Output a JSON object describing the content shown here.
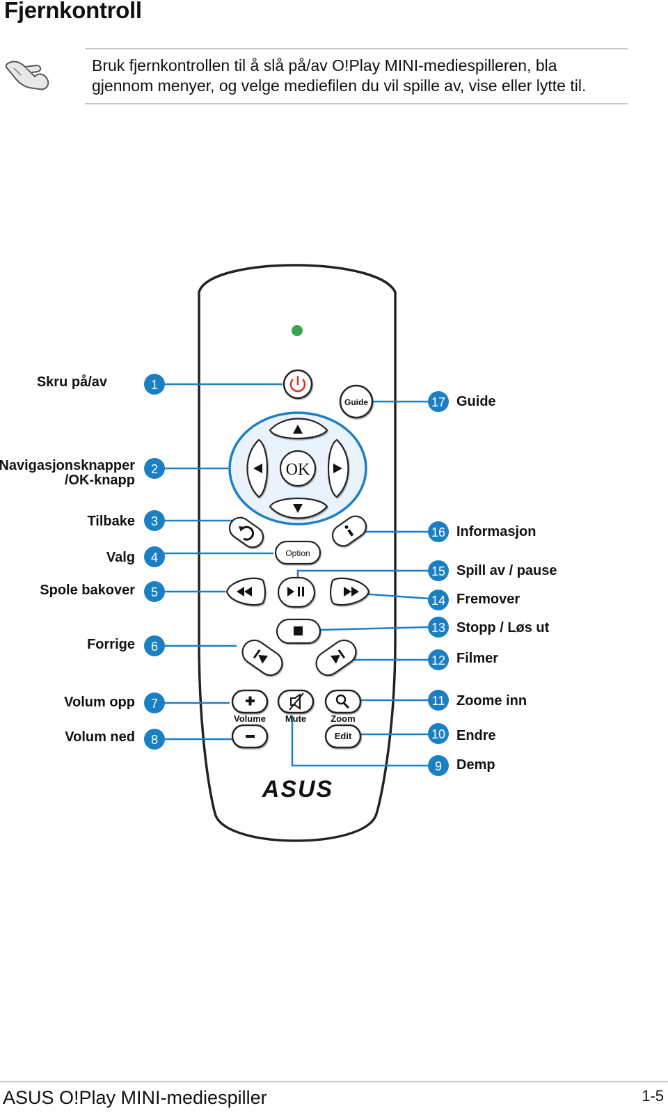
{
  "page": {
    "title": "Fjernkontroll",
    "note": "Bruk fjernkontrollen til å slå på/av O!Play MINI-mediespilleren, bla gjennom menyer, og velge mediefilen du vil spille av, vise eller lytte til."
  },
  "remote": {
    "button_texts": {
      "guide": "Guide",
      "ok": "OK",
      "option": "Option",
      "volume": "Volume",
      "mute": "Mute",
      "zoom": "Zoom",
      "edit": "Edit",
      "brand": "ASUS"
    },
    "callouts": {
      "n1": "1",
      "n2": "2",
      "n3": "3",
      "n4": "4",
      "n5": "5",
      "n6": "6",
      "n7": "7",
      "n8": "8",
      "n9": "9",
      "n10": "10",
      "n11": "11",
      "n12": "12",
      "n13": "13",
      "n14": "14",
      "n15": "15",
      "n16": "16",
      "n17": "17"
    },
    "labels": {
      "power": "Skru på/av",
      "nav_line1": "Navigasjonsknapper",
      "nav_line2": "/OK-knapp",
      "back": "Tilbake",
      "option": "Valg",
      "rewind": "Spole bakover",
      "previous": "Forrige",
      "vol_up": "Volum opp",
      "vol_down": "Volum ned",
      "guide": "Guide",
      "info": "Informasjon",
      "play_pause": "Spill av / pause",
      "forward": "Fremover",
      "stop": "Stopp / Løs ut",
      "movies": "Filmer",
      "zoom_in": "Zoome inn",
      "edit": "Endre",
      "mute": "Demp"
    },
    "colors": {
      "callout": "#1b7fc4",
      "led": "#3aa84a",
      "power": "#d9322a",
      "ring": "#1b7fc4"
    }
  },
  "footer": {
    "product": "ASUS O!Play MINI-mediespiller",
    "page_number": "1-5"
  }
}
